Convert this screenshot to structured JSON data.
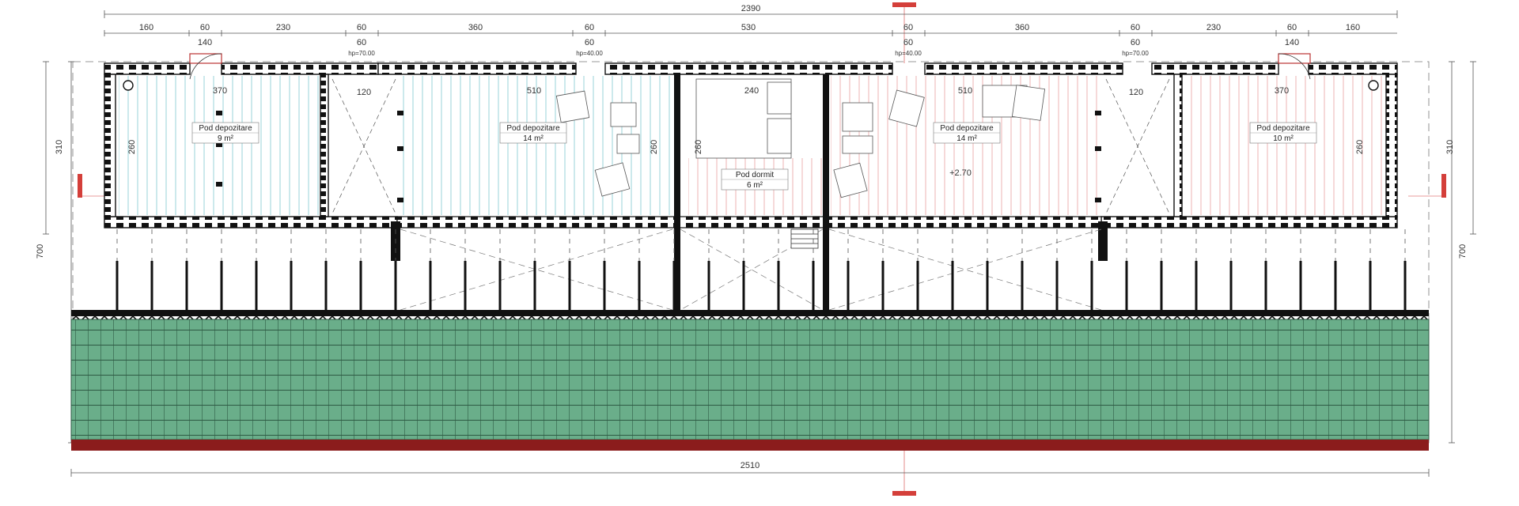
{
  "top_dims": {
    "total": "2390",
    "segments": [
      "160",
      "60",
      "230",
      "60",
      "360",
      "60",
      "530",
      "60",
      "360",
      "60",
      "230",
      "60",
      "160"
    ],
    "openings_left": [
      "140",
      "60",
      "60"
    ],
    "openings_right": [
      "60",
      "60",
      "140"
    ],
    "hp": [
      "hp=70.00",
      "hp=40.00",
      "hp=40.00",
      "hp=70.00"
    ]
  },
  "bottom_dim": "2510",
  "side_dims": {
    "left_upper": "310",
    "left_lower": "700",
    "right_upper": "310",
    "right_lower": "700"
  },
  "rooms": [
    {
      "name": "Pod depozitare",
      "area": "9 m²",
      "width": "370",
      "height": "260"
    },
    {
      "name": "Pod depozitare",
      "area": "14 m²",
      "width": "510",
      "height": "260"
    },
    {
      "name": "Pod dormit",
      "area": "6 m²",
      "width": "240",
      "height": "260"
    },
    {
      "name": "Pod depozitare",
      "area": "14 m²",
      "width": "510",
      "level": "+2.70"
    },
    {
      "name": "Pod depozitare",
      "area": "10 m²",
      "width": "370",
      "height": "260"
    }
  ],
  "stair_widths": [
    "120",
    "120"
  ],
  "colors": {
    "roof": "#6aae8a",
    "roof_lines": "#2e5a44",
    "eave": "#8b1c1c",
    "section_mark": "#d43f3a",
    "wall": "#111111",
    "hatch_cyan": "#7ec8cf",
    "hatch_red": "#e8a0a0"
  }
}
